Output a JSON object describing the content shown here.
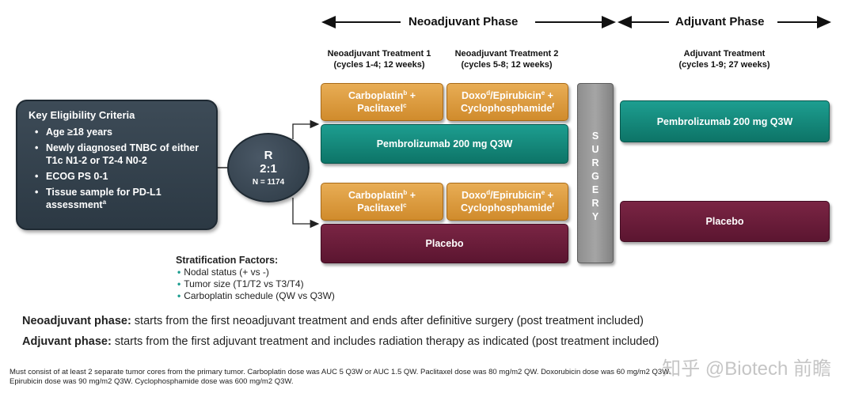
{
  "phases": {
    "neoadjuvant": "Neoadjuvant Phase",
    "adjuvant": "Adjuvant Phase"
  },
  "columns": {
    "neo1_title": "Neoadjuvant Treatment 1",
    "neo1_sub": "(cycles 1-4; 12 weeks)",
    "neo2_title": "Neoadjuvant Treatment 2",
    "neo2_sub": "(cycles 5-8; 12 weeks)",
    "adj_title": "Adjuvant Treatment",
    "adj_sub": "(cycles 1-9; 27 weeks)"
  },
  "eligibility": {
    "title": "Key Eligibility Criteria",
    "items": [
      "Age ≥18 years",
      "Newly diagnosed TNBC of either T1c N1-2 or T2-4 N0-2",
      "ECOG PS 0-1",
      "Tissue sample for PD-L1 assessment"
    ],
    "item4_sup": "a"
  },
  "randomization": {
    "label": "R",
    "ratio": "2:1",
    "n": "N = 1174"
  },
  "arms": {
    "carbo_line1": "Carboplatin",
    "carbo_sup": "b",
    "carbo_plus": " +",
    "pacli": "Paclitaxel",
    "pacli_sup": "c",
    "doxo": "Doxo",
    "doxo_sup": "d",
    "epi": "/Epirubicin",
    "epi_sup": "e",
    "epi_plus": " +",
    "cyclo": "Cyclophosphamide",
    "cyclo_sup": "f",
    "pembro": "Pembrolizumab 200 mg Q3W",
    "placebo": "Placebo",
    "surgery_letters": [
      "S",
      "U",
      "R",
      "G",
      "E",
      "R",
      "Y"
    ]
  },
  "stratification": {
    "title": "Stratification Factors:",
    "items": [
      "Nodal status (+ vs -)",
      "Tumor size (T1/T2 vs T3/T4)",
      "Carboplatin schedule (QW vs Q3W)"
    ]
  },
  "definitions": {
    "neo_label": "Neoadjuvant phase:",
    "neo_text": " starts from the first neoadjuvant treatment and ends after definitive surgery (post treatment included)",
    "adj_label": "Adjuvant phase:",
    "adj_text": " starts from the first adjuvant treatment and includes radiation therapy as indicated (post treatment included)"
  },
  "footnotes": {
    "line1": "Must consist of at least 2 separate tumor cores from the primary tumor. Carboplatin dose was AUC 5 Q3W or AUC 1.5 QW. Paclitaxel dose was 80 mg/m2 QW. Doxorubicin dose was 60 mg/m2 Q3W.",
    "line2": "Epirubicin dose was 90 mg/m2 Q3W. Cyclophosphamide dose was 600 mg/m2 Q3W."
  },
  "watermark": "知乎 @Biotech 前瞻",
  "colors": {
    "chemo": "#d99a3f",
    "pembro": "#148a7c",
    "placebo": "#6b1c3a",
    "surgery": "#959595",
    "eligibility": "#34424e"
  }
}
